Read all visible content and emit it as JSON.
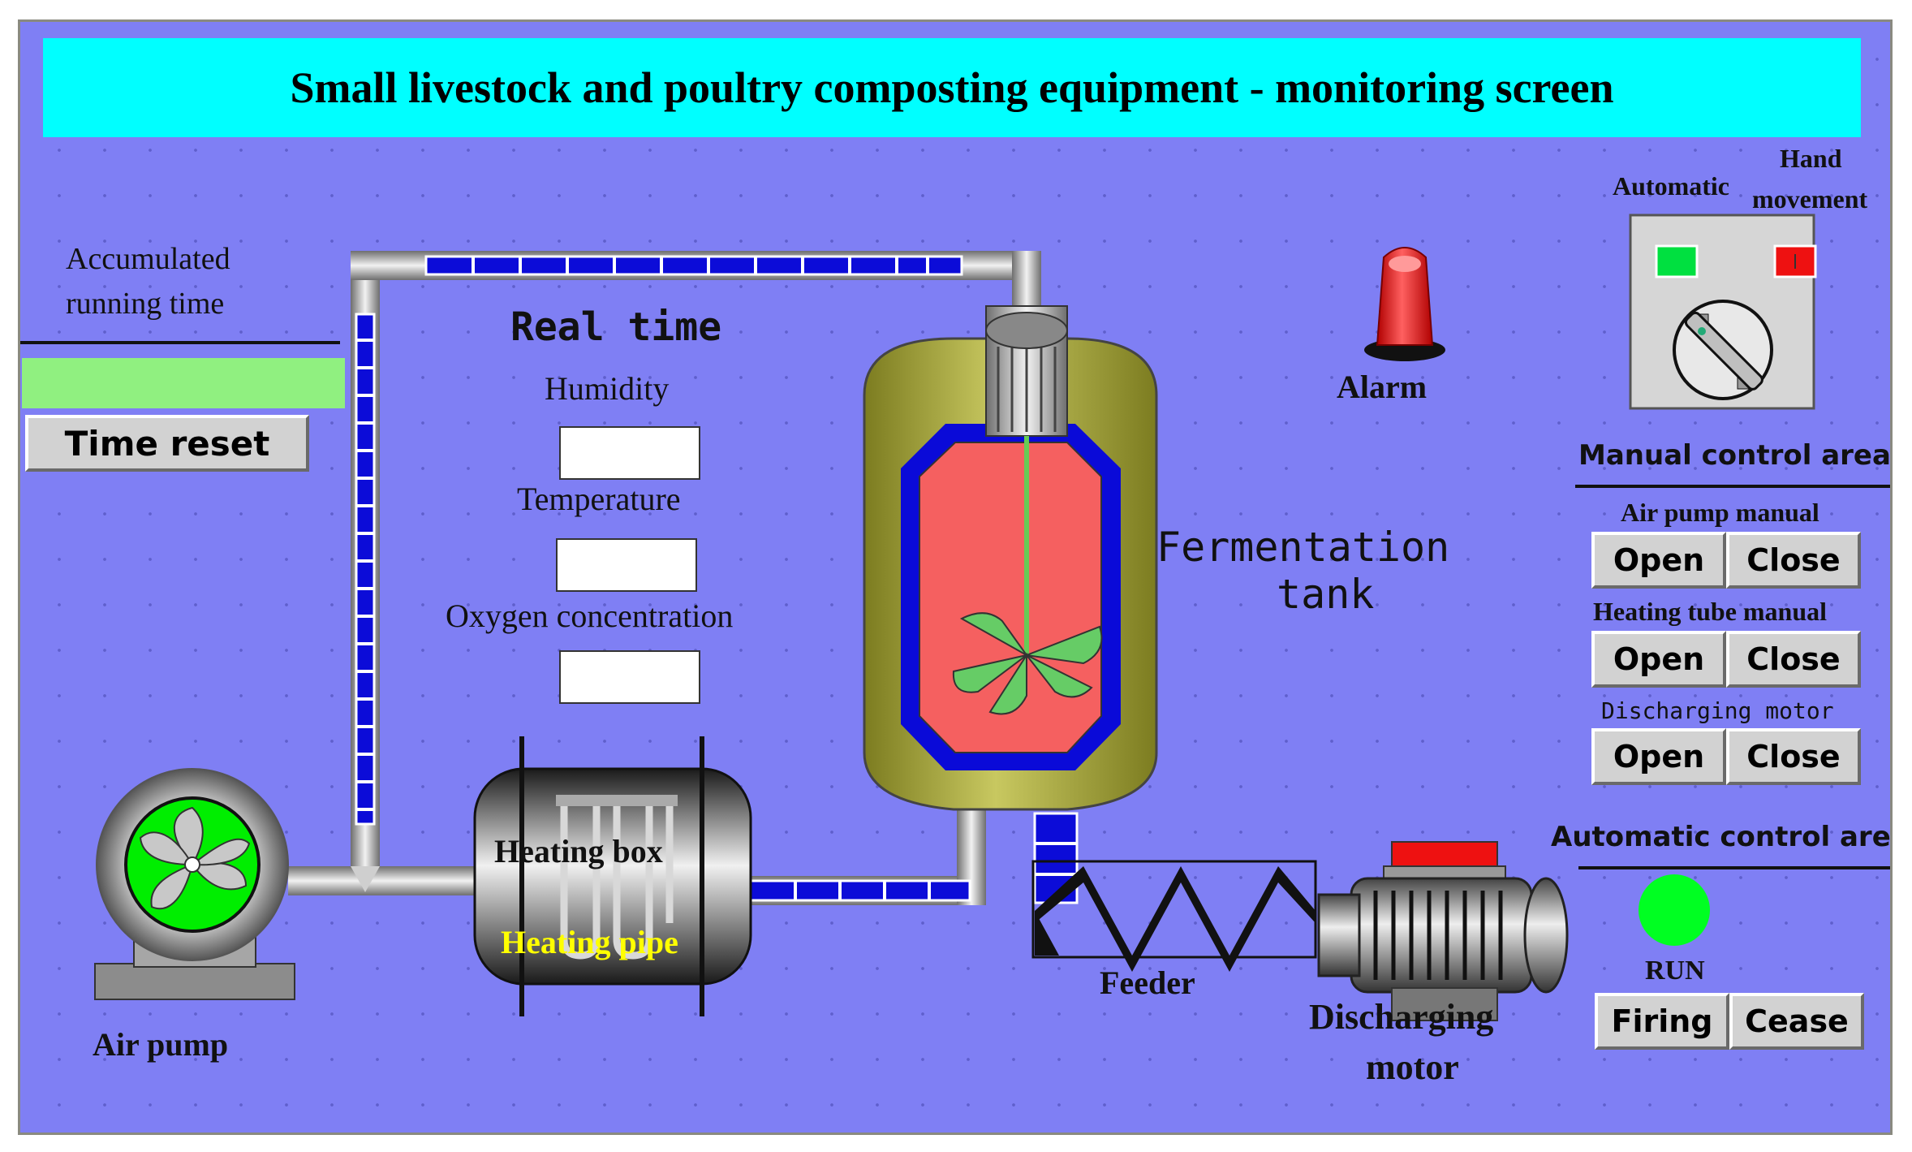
{
  "title": "Small livestock and poultry composting equipment - monitoring screen",
  "running_time": {
    "label_line1": "Accumulated",
    "label_line2": "running time",
    "value": "",
    "reset_label": "Time reset"
  },
  "realtime": {
    "heading": "Real time",
    "humidity_label": "Humidity",
    "humidity_value": "",
    "temperature_label": "Temperature",
    "temperature_value": "",
    "oxygen_label": "Oxygen concentration",
    "oxygen_value": ""
  },
  "equipment": {
    "air_pump": "Air pump",
    "heating_box": "Heating box",
    "heating_pipe": "Heating pipe",
    "fermentation_tank_line1": "Fermentation",
    "fermentation_tank_line2": "tank",
    "feeder": "Feeder",
    "discharging_motor_line1": "Discharging",
    "discharging_motor_line2": "motor",
    "alarm": "Alarm"
  },
  "mode_switch": {
    "automatic_label": "Automatic",
    "hand_label_line1": "Hand",
    "hand_label_line2": "movement",
    "automatic_indicator_color": "#00e040",
    "hand_indicator_color": "#ee1111"
  },
  "manual_control": {
    "heading": "Manual control area",
    "groups": [
      {
        "label": "Air pump manual",
        "open": "Open",
        "close": "Close"
      },
      {
        "label": "Heating tube manual",
        "open": "Open",
        "close": "Close"
      },
      {
        "label": "Discharging motor",
        "open": "Open",
        "close": "Close"
      }
    ]
  },
  "auto_control": {
    "heading": "Automatic control area",
    "status_label": "RUN",
    "status_color": "#00ff22",
    "fire_label": "Firing",
    "cease_label": "Cease"
  },
  "colors": {
    "background": "#7f7ff4",
    "title_bar": "#00ffff",
    "runtime_display": "#90f080",
    "tank_body": "#a8a840",
    "tank_contents": "#f56060",
    "pipe_segments": "#1010e0",
    "fan": "#00ee00",
    "alarm_lamp": "#ff1010",
    "heating_pipe_text": "#ffff00"
  }
}
